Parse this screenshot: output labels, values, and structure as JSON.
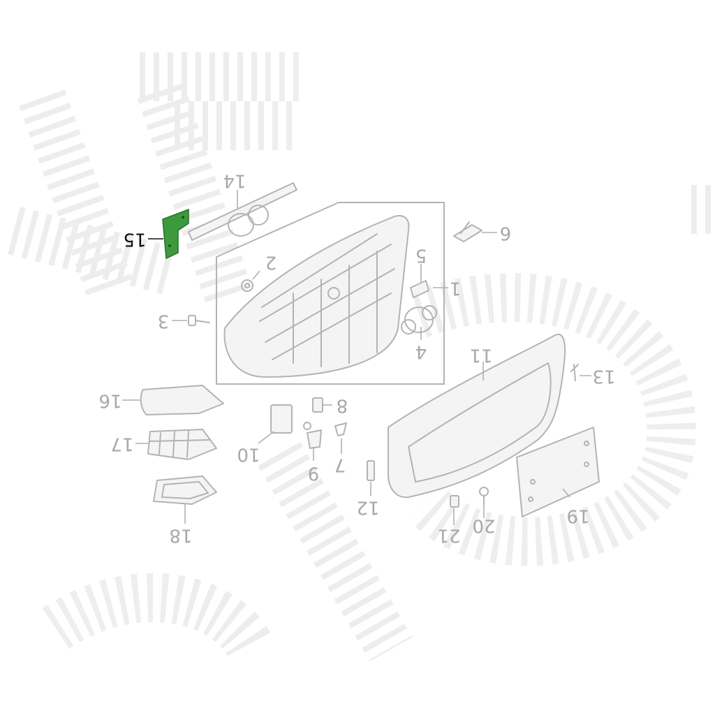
{
  "highlight_color": "#3c9a3c",
  "callouts": [
    {
      "id": "1",
      "text": "1"
    },
    {
      "id": "2",
      "text": "2"
    },
    {
      "id": "3",
      "text": "3"
    },
    {
      "id": "4",
      "text": "4"
    },
    {
      "id": "5",
      "text": "5"
    },
    {
      "id": "6",
      "text": "6"
    },
    {
      "id": "7",
      "text": "7"
    },
    {
      "id": "8",
      "text": "8"
    },
    {
      "id": "9",
      "text": "9"
    },
    {
      "id": "10",
      "text": "10"
    },
    {
      "id": "11",
      "text": "11"
    },
    {
      "id": "12",
      "text": "12"
    },
    {
      "id": "13",
      "text": "13"
    },
    {
      "id": "14",
      "text": "14"
    },
    {
      "id": "15",
      "text": "15",
      "highlighted": true
    },
    {
      "id": "16",
      "text": "16"
    },
    {
      "id": "17",
      "text": "17"
    },
    {
      "id": "18",
      "text": "18"
    },
    {
      "id": "19",
      "text": "19"
    },
    {
      "id": "20",
      "text": "20"
    },
    {
      "id": "21",
      "text": "21"
    }
  ]
}
